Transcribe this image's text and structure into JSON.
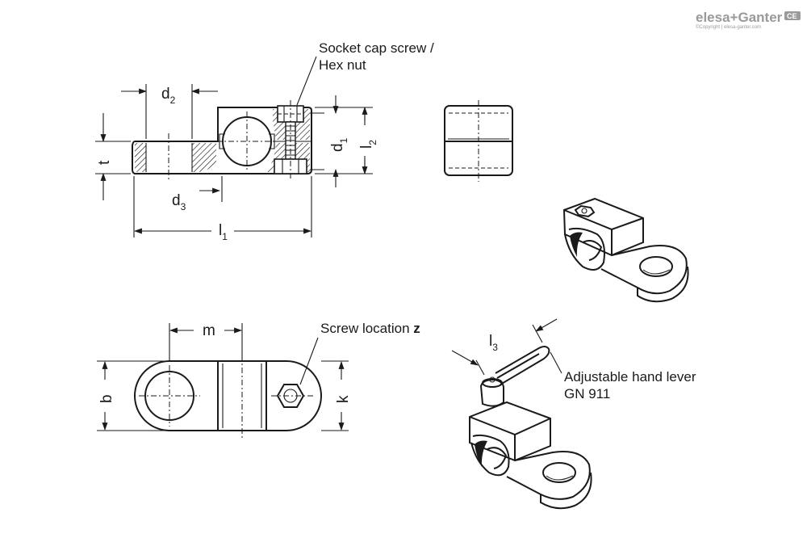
{
  "brand": {
    "name": "elesa+Ganter",
    "copyright": "©Copyright | elesa-ganter.com",
    "mark": "CE"
  },
  "labels": {
    "socket_cap_screw_line1": "Socket cap screw /",
    "socket_cap_screw_line2": "Hex nut",
    "screw_location": "Screw location ",
    "screw_location_bold": "z",
    "hand_lever_line1": "Adjustable hand lever",
    "hand_lever_line2": "GN 911"
  },
  "dimensions": {
    "d2": {
      "main": "d",
      "sub": "2"
    },
    "d3": {
      "main": "d",
      "sub": "3"
    },
    "d1": {
      "main": "d",
      "sub": "1"
    },
    "l1": {
      "main": "l",
      "sub": "1"
    },
    "l2": {
      "main": "l",
      "sub": "2"
    },
    "l3": {
      "main": "l",
      "sub": "3"
    },
    "t": "t",
    "m": "m",
    "b": "b",
    "k": "k"
  }
}
